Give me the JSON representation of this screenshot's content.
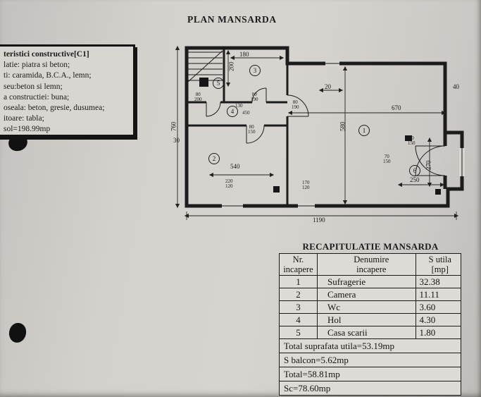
{
  "page": {
    "plan_title": "PLAN MANSARDA"
  },
  "characteristics": {
    "lines": [
      "teristici constructive[C1]",
      "latie: piatra si beton;",
      "ti: caramida, B.C.A., lemn;",
      "seu:beton si lemn;",
      "a constructiei: buna;",
      "oseala: beton, gresie, dusumea;",
      "itoare: tabla;",
      "sol=198.99mp"
    ]
  },
  "plan": {
    "rooms": [
      {
        "number": "5"
      },
      {
        "number": "3"
      },
      {
        "number": "4"
      },
      {
        "number": "1"
      },
      {
        "number": "2"
      },
      {
        "number": "6"
      }
    ],
    "labels": [
      {
        "text": "180"
      },
      {
        "text": "200"
      },
      {
        "text": "20"
      },
      {
        "text": "40"
      },
      {
        "text": "670"
      },
      {
        "text": "580"
      },
      {
        "text": "80\n200"
      },
      {
        "text": "80\n190"
      },
      {
        "text": "80\n190"
      },
      {
        "text": "130"
      },
      {
        "text": "450"
      },
      {
        "text": "80\n150"
      },
      {
        "text": "70\n150"
      },
      {
        "text": "90\n150"
      },
      {
        "text": "540"
      },
      {
        "text": "220\n120"
      },
      {
        "text": "170\n120"
      },
      {
        "text": "250"
      },
      {
        "text": "270"
      },
      {
        "text": "760"
      },
      {
        "text": "30"
      },
      {
        "text": "1190"
      }
    ]
  },
  "recap": {
    "title": "RECAPITULATIE MANSARDA",
    "headers": [
      "Nr.\nincapere",
      "Denumire\nincapere",
      "S utila\n[mp]"
    ],
    "rows": [
      {
        "nr": "1",
        "name": "Sufragerie",
        "area": "32.38"
      },
      {
        "nr": "2",
        "name": "Camera",
        "area": "11.11"
      },
      {
        "nr": "3",
        "name": "Wc",
        "area": "3.60"
      },
      {
        "nr": "4",
        "name": "Hol",
        "area": "4.30"
      },
      {
        "nr": "5",
        "name": "Casa scarii",
        "area": "1.80"
      }
    ],
    "footers": [
      "Total suprafata utila=53.19mp",
      "S balcon=5.62mp",
      "Total=58.81mp",
      "Sc=78.60mp"
    ]
  }
}
